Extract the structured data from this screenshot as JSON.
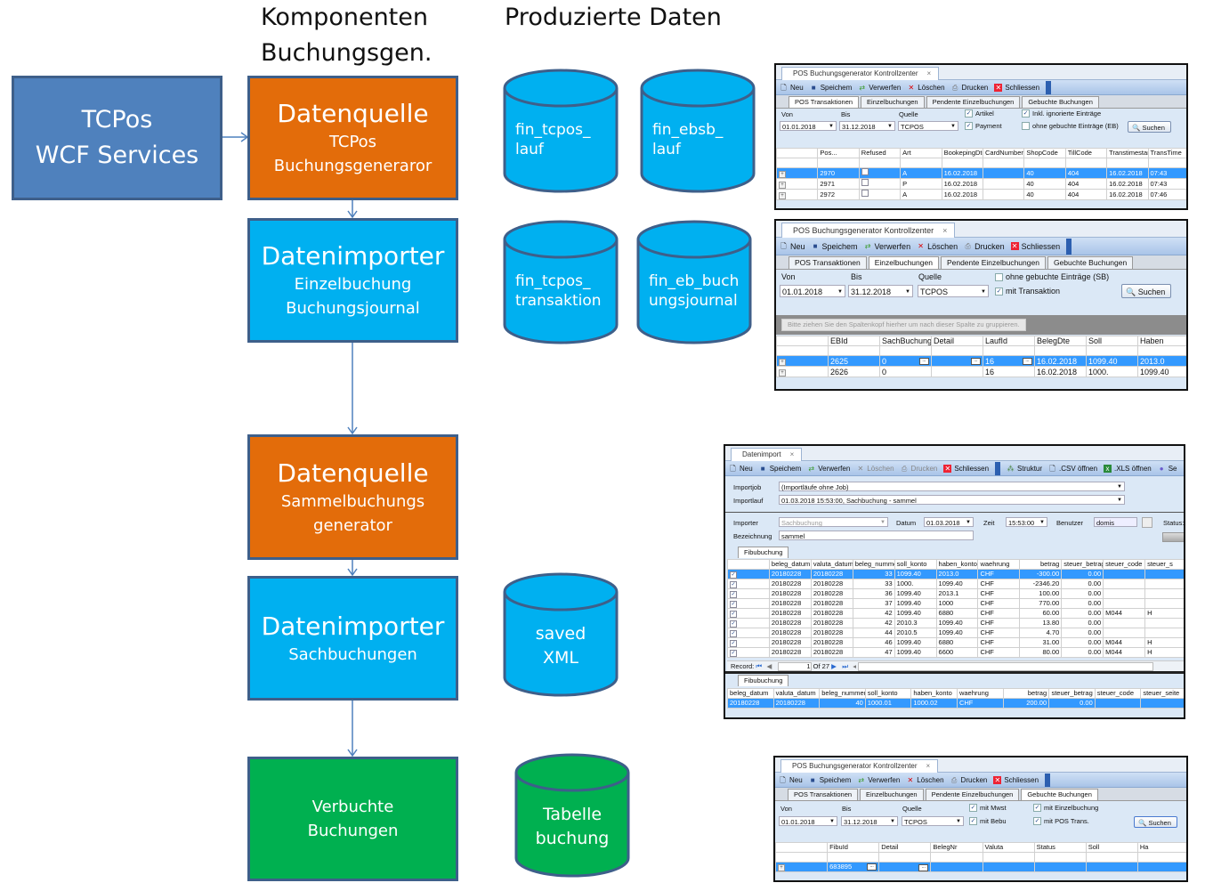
{
  "headings": {
    "components": [
      "Komponenten",
      "Buchungsgen."
    ],
    "produced": "Produzierte Daten"
  },
  "colors": {
    "orange": "#e36c0a",
    "cyan": "#00b0f0",
    "steel": "#4f81bd",
    "green": "#00b050",
    "border": "#3e5f8a",
    "arrow": "#4f81bd",
    "selection": "#3399ff"
  },
  "boxes": {
    "tcpos_wcf": {
      "line1": "TCPos",
      "line2": "WCF Services"
    },
    "datenquelle_tcpos": {
      "title": "Datenquelle",
      "line1": "TCPos",
      "line2": "Buchungsgeneraror"
    },
    "datenimporter_einzel": {
      "title": "Datenimporter",
      "line1": "Einzelbuchung",
      "line2": "Buchungsjournal"
    },
    "datenquelle_sammel": {
      "title": "Datenquelle",
      "line1": "Sammelbuchungs",
      "line2": "generator"
    },
    "datenimporter_sach": {
      "title": "Datenimporter",
      "line1": "Sachbuchungen"
    },
    "verbuchte": {
      "line1": "Verbuchte",
      "line2": "Buchungen"
    }
  },
  "cylinders": [
    {
      "line1": "fin_tcpos_",
      "line2": "lauf"
    },
    {
      "line1": "fin_ebsb_",
      "line2": "lauf"
    },
    {
      "line1": "fin_tcpos_",
      "line2": "transaktion"
    },
    {
      "line1": "fin_eb_buch",
      "line2": "ungsjournal"
    },
    {
      "line1": "saved",
      "line2": "XML"
    },
    {
      "line1": "Tabelle",
      "line2": "buchung"
    }
  ],
  "toolbar": {
    "new": "Neu",
    "save": "Speichem",
    "discard": "Verwerfen",
    "delete": "Löschen",
    "print": "Drucken",
    "close": "Schliessen",
    "structure": "Struktur",
    "csv": ".CSV öffnen",
    "xls": ".XLS öffnen",
    "more": "Se"
  },
  "kontroll_tabs": [
    "POS Transaktionen",
    "Einzelbuchungen",
    "Pendente Einzelbuchungen",
    "Gebuchte Buchungen"
  ],
  "filter_labels": {
    "von": "Von",
    "bis": "Bis",
    "quelle": "Quelle",
    "search": "Suchen"
  },
  "filter_values": {
    "von": "01.01.2018",
    "bis": "31.12.2018",
    "quelle": "TCPOS"
  },
  "win1": {
    "title": "POS Buchungsgenerator Kontrollzenter",
    "checks": [
      {
        "label": "Artikel",
        "checked": true
      },
      {
        "label": "Payment",
        "checked": true
      },
      {
        "label": "Inkl. ignorierte Einträge",
        "checked": true
      },
      {
        "label": "ohne gebuchte Einträge (EB)",
        "checked": false
      }
    ],
    "columns": [
      "Pos...",
      "Refused",
      "Art",
      "BookepingDte",
      "CardNumber",
      "ShopCode",
      "TillCode",
      "Transtimestamp",
      "TransTime"
    ],
    "rows": [
      [
        "2970",
        "",
        "A",
        "16.02.2018",
        "",
        "40",
        "404",
        "16.02.2018",
        "07:43"
      ],
      [
        "2971",
        "",
        "P",
        "16.02.2018",
        "",
        "40",
        "404",
        "16.02.2018",
        "07:43"
      ],
      [
        "2972",
        "",
        "A",
        "16.02.2018",
        "",
        "40",
        "404",
        "16.02.2018",
        "07:46"
      ]
    ]
  },
  "win2": {
    "title": "POS Buchungsgenerator Kontrollzenter",
    "checks": [
      {
        "label": "ohne gebuchte Einträge (SB)",
        "checked": false
      },
      {
        "label": "mit Transaktion",
        "checked": true
      }
    ],
    "group_hint": "Bitte ziehen Sie den Spaltenkopf hierher um nach dieser Spalte zu gruppieren.",
    "columns": [
      "EBId",
      "SachBuchung",
      "Detail",
      "LaufId",
      "BelegDte",
      "Soll",
      "Haben"
    ],
    "rows": [
      [
        "2625",
        "0",
        "",
        "16",
        "16.02.2018",
        "1099.40",
        "2013.0"
      ],
      [
        "2626",
        "0",
        "",
        "16",
        "16.02.2018",
        "1000.",
        "1099.40"
      ]
    ]
  },
  "win3": {
    "title": "Datenimport",
    "importjob_label": "Importjob",
    "importjob_value": "(Importläufe ohne Job)",
    "importlauf_label": "Importlauf",
    "importlauf_value": "01.03.2018 15:53:00, Sachbuchung - sammel",
    "importer_label": "Importer",
    "importer_value": "Sachbuchung",
    "datum_label": "Datum",
    "datum_value": "01.03.2018",
    "zeit_label": "Zeit",
    "zeit_value": "15:53:00",
    "benutzer_label": "Benutzer",
    "benutzer_value": "domis",
    "status_label": "Status:",
    "bezeichnung_label": "Bezeichnung",
    "bezeichnung_value": "sammel",
    "grid_tab": "Fibubuchung",
    "columns": [
      "beleg_datum",
      "valuta_datum",
      "beleg_nummer",
      "soll_konto",
      "haben_konto",
      "waehrung",
      "betrag",
      "steuer_betrag",
      "steuer_code",
      "steuer_s"
    ],
    "rows": [
      [
        "20180228",
        "20180228",
        "33",
        "1099.40",
        "2013.0",
        "CHF",
        "-300.00",
        "0.00",
        "",
        ""
      ],
      [
        "20180228",
        "20180228",
        "33",
        "1000.",
        "1099.40",
        "CHF",
        "-2346.20",
        "0.00",
        "",
        ""
      ],
      [
        "20180228",
        "20180228",
        "36",
        "1099.40",
        "2013.1",
        "CHF",
        "100.00",
        "0.00",
        "",
        ""
      ],
      [
        "20180228",
        "20180228",
        "37",
        "1099.40",
        "1000",
        "CHF",
        "770.00",
        "0.00",
        "",
        ""
      ],
      [
        "20180228",
        "20180228",
        "42",
        "1099.40",
        "6880",
        "CHF",
        "60.00",
        "0.00",
        "M044",
        "H"
      ],
      [
        "20180228",
        "20180228",
        "42",
        "2010.3",
        "1099.40",
        "CHF",
        "13.80",
        "0.00",
        "",
        ""
      ],
      [
        "20180228",
        "20180228",
        "44",
        "2010.5",
        "1099.40",
        "CHF",
        "4.70",
        "0.00",
        "",
        ""
      ],
      [
        "20180228",
        "20180228",
        "46",
        "1099.40",
        "6880",
        "CHF",
        "31.00",
        "0.00",
        "M044",
        "H"
      ],
      [
        "20180228",
        "20180228",
        "47",
        "1099.40",
        "6600",
        "CHF",
        "80.00",
        "0.00",
        "M044",
        "H"
      ]
    ],
    "record_label": "Record:",
    "record_current": "1",
    "record_of": "Of",
    "record_total": "27",
    "grid2_tab": "Fibubuchung",
    "columns2": [
      "beleg_datum",
      "valuta_datum",
      "beleg_nummer",
      "soll_konto",
      "haben_konto",
      "waehrung",
      "betrag",
      "steuer_betrag",
      "steuer_code",
      "steuer_seite"
    ],
    "rows2": [
      [
        "20180228",
        "20180228",
        "40",
        "1000.01",
        "1000.02",
        "CHF",
        "200.00",
        "0.00",
        "",
        ""
      ]
    ]
  },
  "win4": {
    "title": "POS Buchungsgenerator Kontrollzenter",
    "checks": [
      {
        "label": "mit Mwst",
        "checked": true
      },
      {
        "label": "mit Bebu",
        "checked": true
      },
      {
        "label": "mit Einzelbuchung",
        "checked": true
      },
      {
        "label": "mit POS Trans.",
        "checked": true
      }
    ],
    "columns": [
      "FibuId",
      "Detail",
      "BelegNr",
      "Valuta",
      "Status",
      "Soll",
      "Ha"
    ],
    "rows": [
      [
        "683895",
        "",
        "",
        "",
        "",
        "",
        ""
      ]
    ]
  }
}
